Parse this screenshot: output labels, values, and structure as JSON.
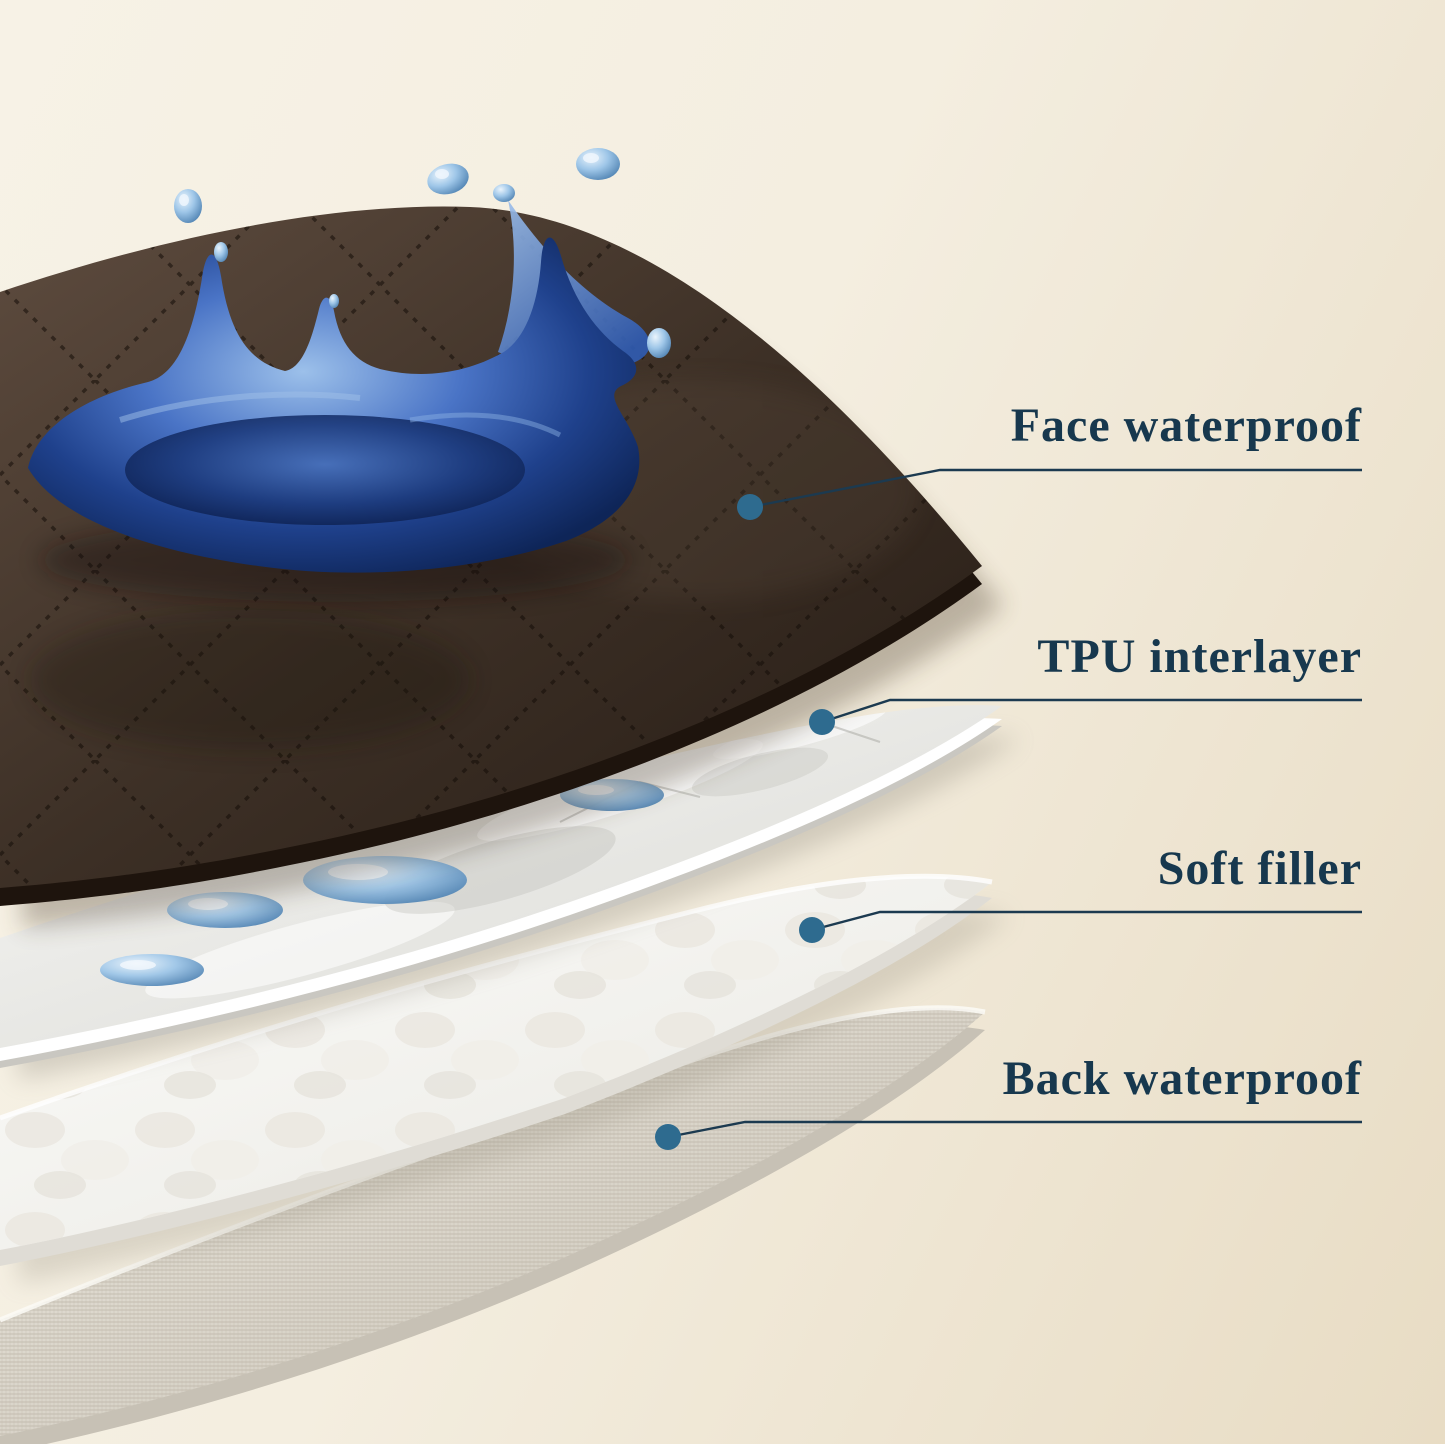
{
  "diagram": {
    "background_start": "#f7f2e6",
    "background_end": "#e8dcc4",
    "label_color": "#17384e",
    "line_color": "#1c3a50",
    "dot_color": "#2e6b8f",
    "water_color": "#2c4f9e",
    "layers": [
      {
        "label": "Face waterproof",
        "surface_color": "#43352b"
      },
      {
        "label": "TPU interlayer",
        "surface_color": "#ececea"
      },
      {
        "label": "Soft filler",
        "surface_color": "#f4f3ef"
      },
      {
        "label": "Back waterproof",
        "surface_color": "#dcd7cc"
      }
    ]
  }
}
